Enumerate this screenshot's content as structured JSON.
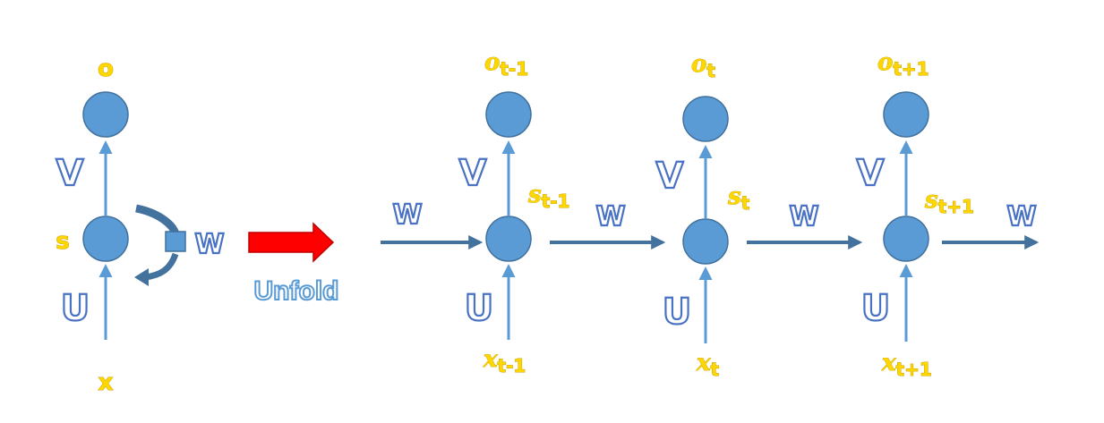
{
  "folded": {
    "output": "o",
    "state": "s",
    "input": "x",
    "weight_v": "V",
    "weight_u": "U",
    "weight_w": "W"
  },
  "unfold_label": "Unfold",
  "steps": [
    {
      "output_base": "o",
      "output_sub": "t-1",
      "state_base": "s",
      "state_sub": "t-1",
      "input_base": "x",
      "input_sub": "t-1",
      "v_label": "V",
      "u_label": "U"
    },
    {
      "output_base": "o",
      "output_sub": "t",
      "state_base": "s",
      "state_sub": "t",
      "input_base": "x",
      "input_sub": "t",
      "v_label": "V",
      "u_label": "U"
    },
    {
      "output_base": "o",
      "output_sub": "t+1",
      "state_base": "s",
      "state_sub": "t+1",
      "input_base": "x",
      "input_sub": "t+1",
      "v_label": "V",
      "u_label": "U"
    }
  ],
  "w_labels": [
    "W",
    "W",
    "W",
    "W"
  ],
  "colors": {
    "node": "#5B9BD5",
    "line": "#5B9BD5",
    "arrow_dark": "#44729E",
    "label_yellow": "#FFD700",
    "label_blue": "#4A72C4",
    "unfold_arrow": "#FF0000"
  }
}
